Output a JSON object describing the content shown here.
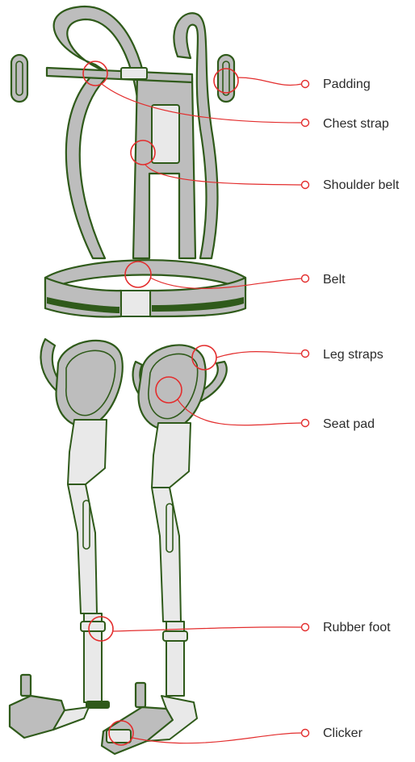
{
  "labels": {
    "padding": "Padding",
    "chest_strap": "Chest strap",
    "shoulder_belt": "Shoulder belt",
    "belt": "Belt",
    "leg_straps": "Leg straps",
    "seat_pad": "Seat pad",
    "rubber_foot": "Rubber foot",
    "clicker": "Clicker"
  },
  "colors": {
    "outline": "#2f5a1a",
    "fill": "#bdbdbd",
    "callout": "#e32d2d"
  }
}
